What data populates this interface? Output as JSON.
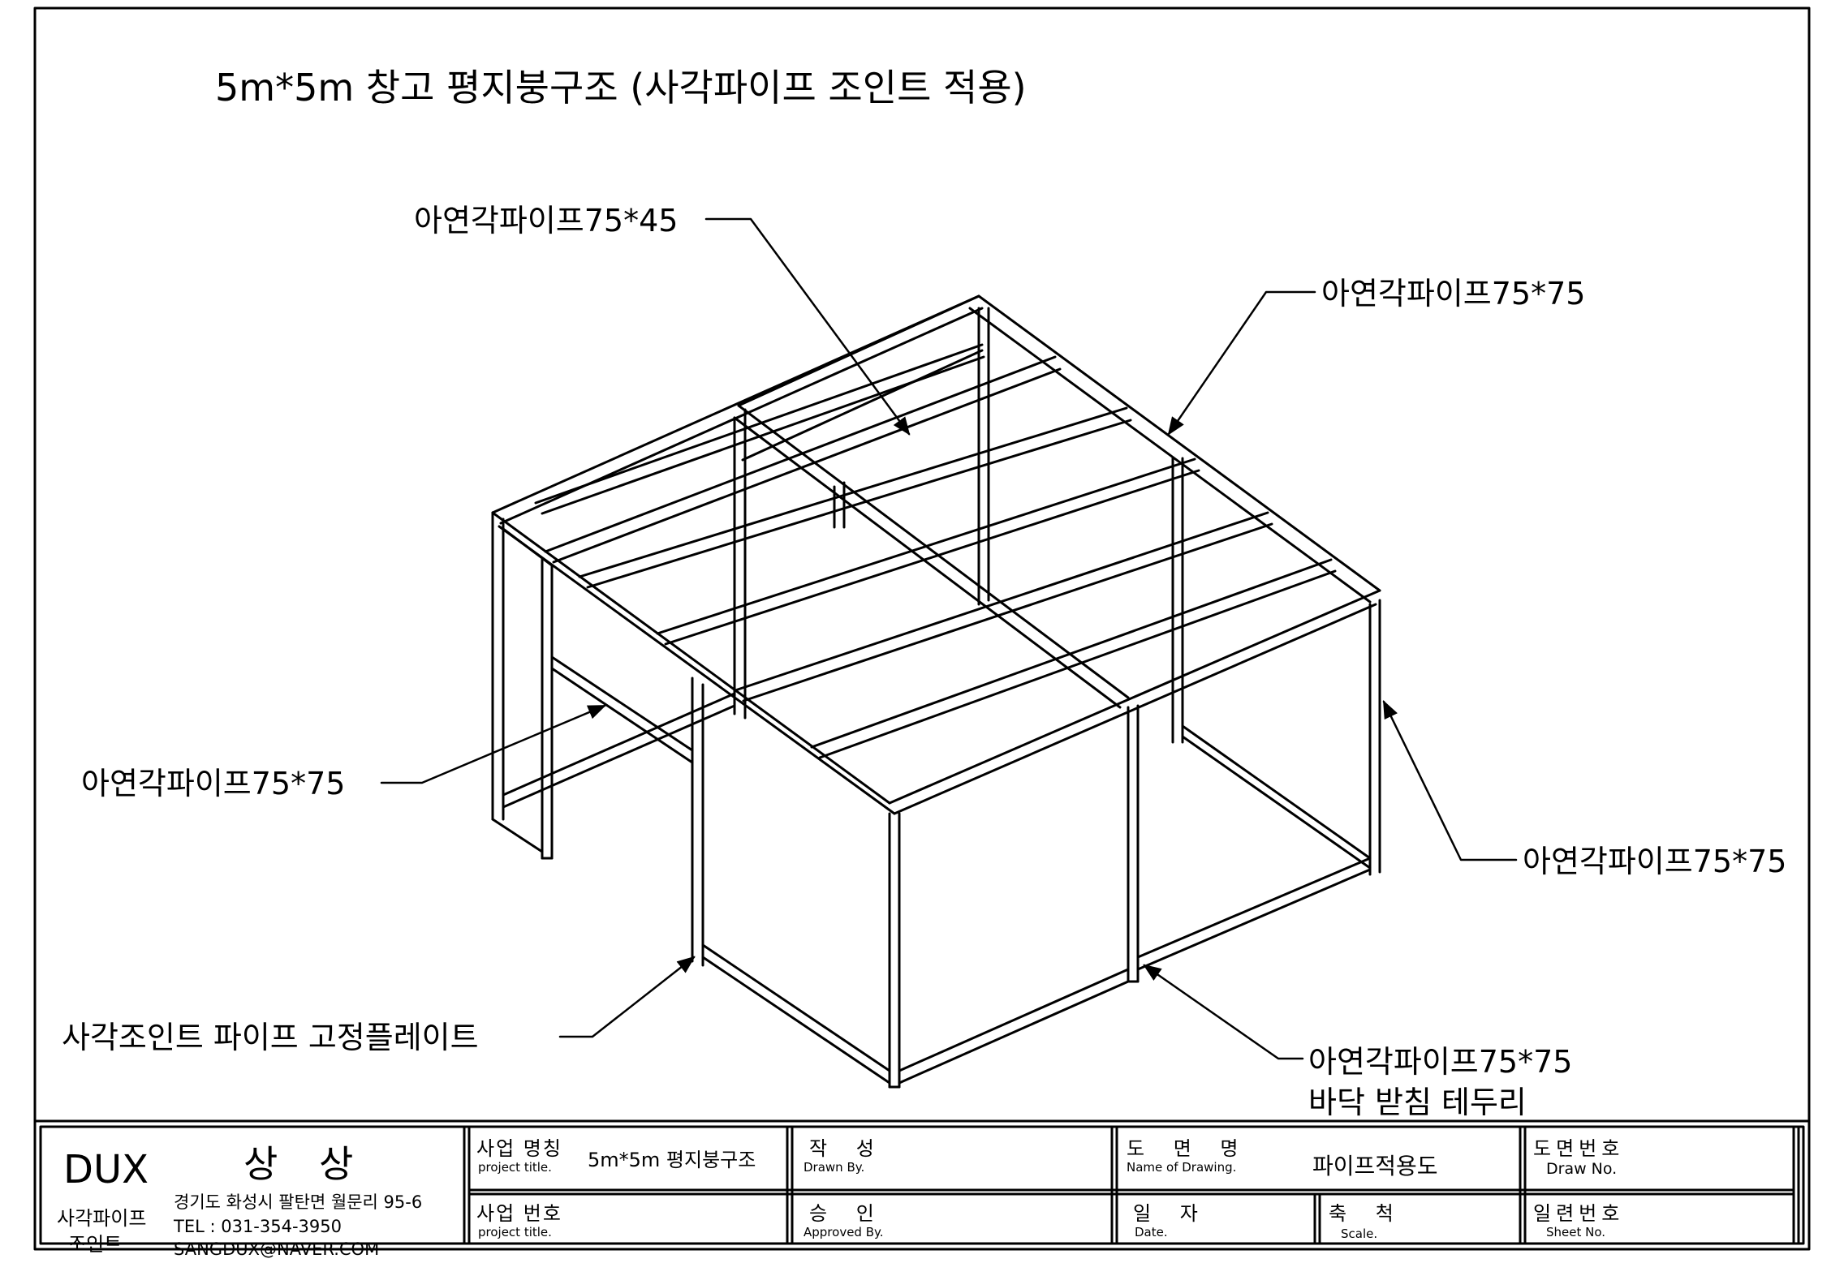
{
  "drawing": {
    "title": "5m*5m 창고 평지붕구조 (사각파이프 조인트 적용)",
    "callouts": {
      "roof_beam": "아연각파이프75*45",
      "top_edge": "아연각파이프75*75",
      "left_side": "아연각파이프75*75",
      "right_post": "아연각파이프75*75",
      "joint_plate": "사각조인트 파이프 고정플레이트",
      "base_frame_line1": "아연각파이프75*75",
      "base_frame_line2": "바닥 받침 테두리"
    }
  },
  "title_block": {
    "company": {
      "brand": "DUX",
      "name": "상 상",
      "product_line1": "사각파이프",
      "product_line2": "조인트",
      "address": "경기도 화성시 팔탄면 월문리 95-6",
      "tel": "TEL : 031-354-3950",
      "email": "SANGDUX@NAVER.COM"
    },
    "project_name": {
      "label_kr": "사업 명칭",
      "label_en": "project title.",
      "value": "5m*5m 평지붕구조"
    },
    "project_no": {
      "label_kr": "사업 번호",
      "label_en": "project title."
    },
    "drawn_by": {
      "label_kr": "작 성",
      "label_en": "Drawn By."
    },
    "approved_by": {
      "label_kr": "승 인",
      "label_en": "Approved By."
    },
    "drawing_name": {
      "label_kr": "도 면 명",
      "label_en": "Name of Drawing.",
      "value": "파이프적용도"
    },
    "date": {
      "label_kr": "일 자",
      "label_en": "Date."
    },
    "scale": {
      "label_kr": "축 척",
      "label_en": "Scale."
    },
    "draw_no": {
      "label_kr": "도면번호",
      "label_en": "Draw No."
    },
    "sheet_no": {
      "label_kr": "일련번호",
      "label_en": "Sheet No."
    }
  }
}
